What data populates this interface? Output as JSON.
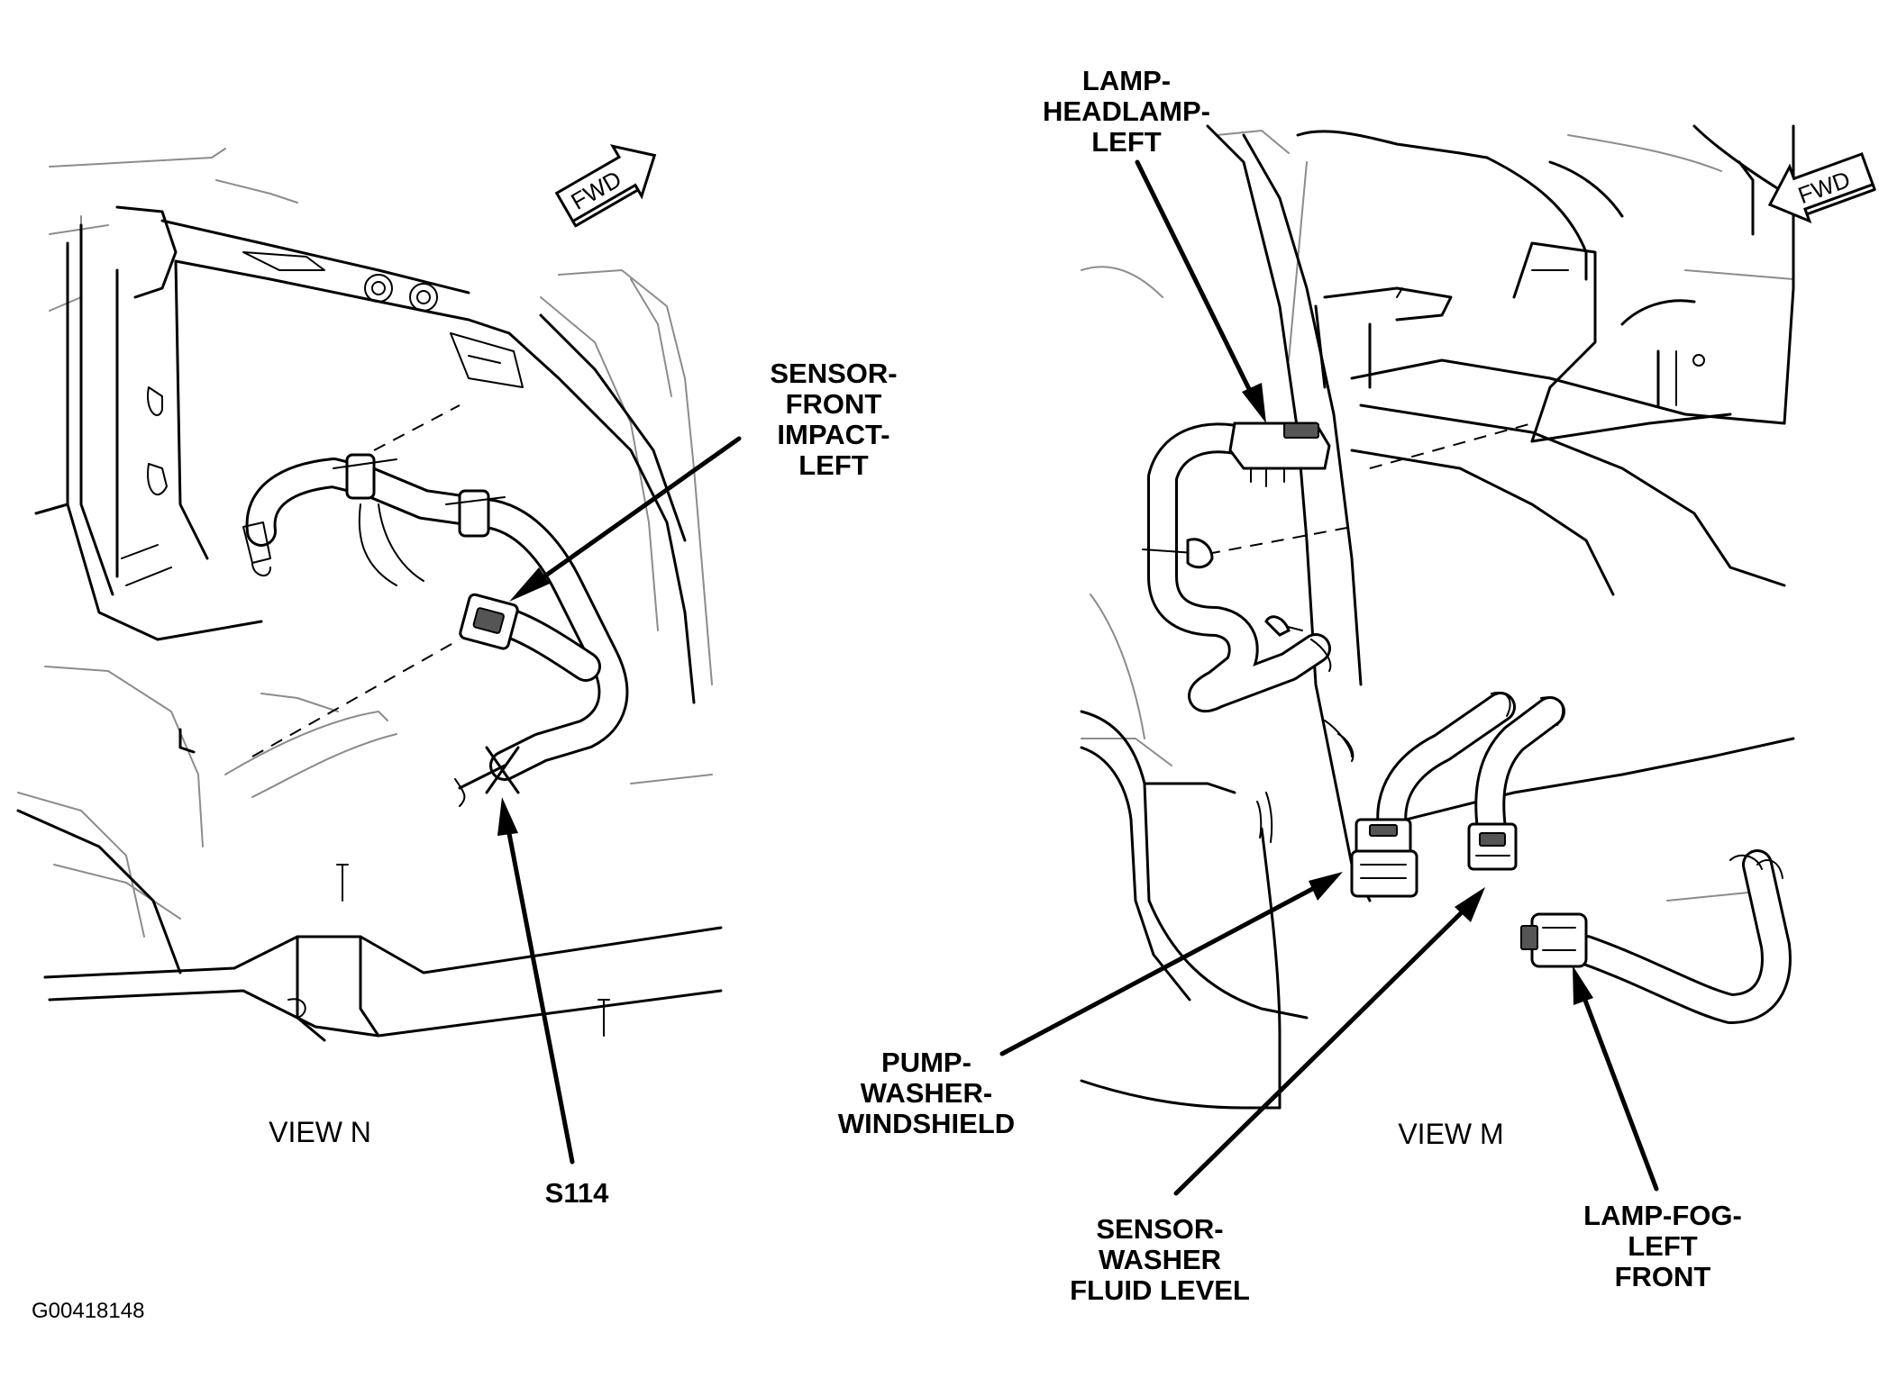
{
  "view_n": {
    "title": "VIEW N",
    "direction_label": "FWD",
    "labels": {
      "sensor_front_impact_left": [
        "SENSOR-",
        "FRONT",
        "IMPACT-",
        "LEFT"
      ],
      "s114": "S114"
    }
  },
  "view_m": {
    "title": "VIEW M",
    "direction_label": "FWD",
    "labels": {
      "lamp_headlamp_left": [
        "LAMP-",
        "HEADLAMP-",
        "LEFT"
      ],
      "pump_washer_windshield": [
        "PUMP-",
        "WASHER-",
        "WINDSHIELD"
      ],
      "sensor_washer_fluid_level": [
        "SENSOR-",
        "WASHER",
        "FLUID LEVEL"
      ],
      "lamp_fog_left_front": [
        "LAMP-FOG-",
        "LEFT",
        "FRONT"
      ]
    }
  },
  "figure_id": "G00418148"
}
